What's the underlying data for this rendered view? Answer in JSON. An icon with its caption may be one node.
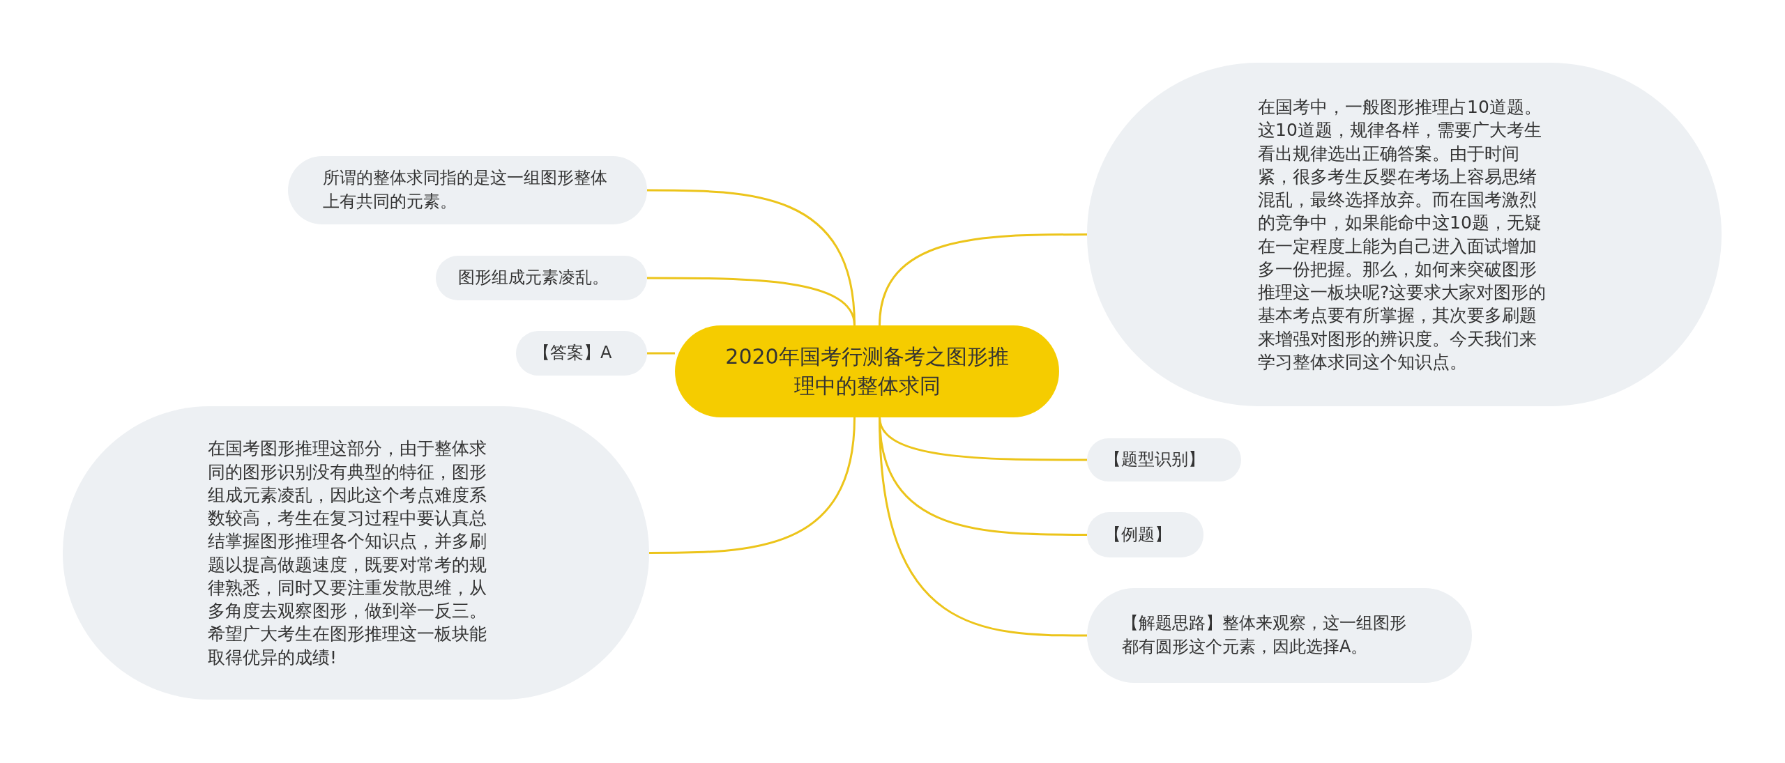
{
  "diagram": {
    "nodes": [
      {
        "text": [
          "2020年国考行测备考之图形推理中的整体求同"
        ]
      },
      {
        "text": [
          "在国考中，一般图形推理占10道题。这10道题，规律各样，需要广大考生看出规律选出正确答案。由于时间紧，很多考生反婴在考场上容易思绪混乱，最终选择放弃。而在国考激烈的竞争中，如果能命中这10题，无疑在一定程度上能为自己进入面试增加多一份把握。那么，如何来突破图形推理这一板块呢?这要求大家对图形的基本考点要有所掌握，其次要多刷题来增强对图形的辨识度。今天我们来学习整体求同这个知识点。"
        ]
      },
      {
        "text": [
          "所谓的整体求同指的是这一组图形整体上有共同的元素。"
        ]
      },
      {
        "text": [
          "图形组成元素凌乱。"
        ]
      },
      {
        "text": [
          "【答案】A"
        ]
      },
      {
        "text": [
          "在国考图形推理这部分，由于整体求同的图形识别没有典型的特征，图形组成元素凌乱，因此这个考点难度系数较高，考生在复习过程中要认真总结掌握图形推理各个知识点，并多刷题以提高做题速度，既要对常考的规律熟悉，同时又要注重发散思维，从多角度去观察图形，做到举一反三。希望广大考生在图形推理这一板块能取得优异的成绩!"
        ]
      },
      {
        "text": [
          "【题型识别】"
        ]
      },
      {
        "text": [
          "【例题】"
        ]
      },
      {
        "text": [
          "【解题思路】整体来观察，这一组图形都有圆形这个元素，因此选择A。"
        ]
      }
    ],
    "edges": [
      {
        "from": 0,
        "to": 1,
        "arrow": "none"
      },
      {
        "from": 0,
        "to": 2,
        "arrow": "none"
      },
      {
        "from": 0,
        "to": 3,
        "arrow": "none"
      },
      {
        "from": 0,
        "to": 4,
        "arrow": "none"
      },
      {
        "from": 0,
        "to": 5,
        "arrow": "none"
      },
      {
        "from": 0,
        "to": 6,
        "arrow": "none"
      },
      {
        "from": 0,
        "to": 7,
        "arrow": "none"
      },
      {
        "from": 0,
        "to": 8,
        "arrow": "none"
      }
    ]
  }
}
